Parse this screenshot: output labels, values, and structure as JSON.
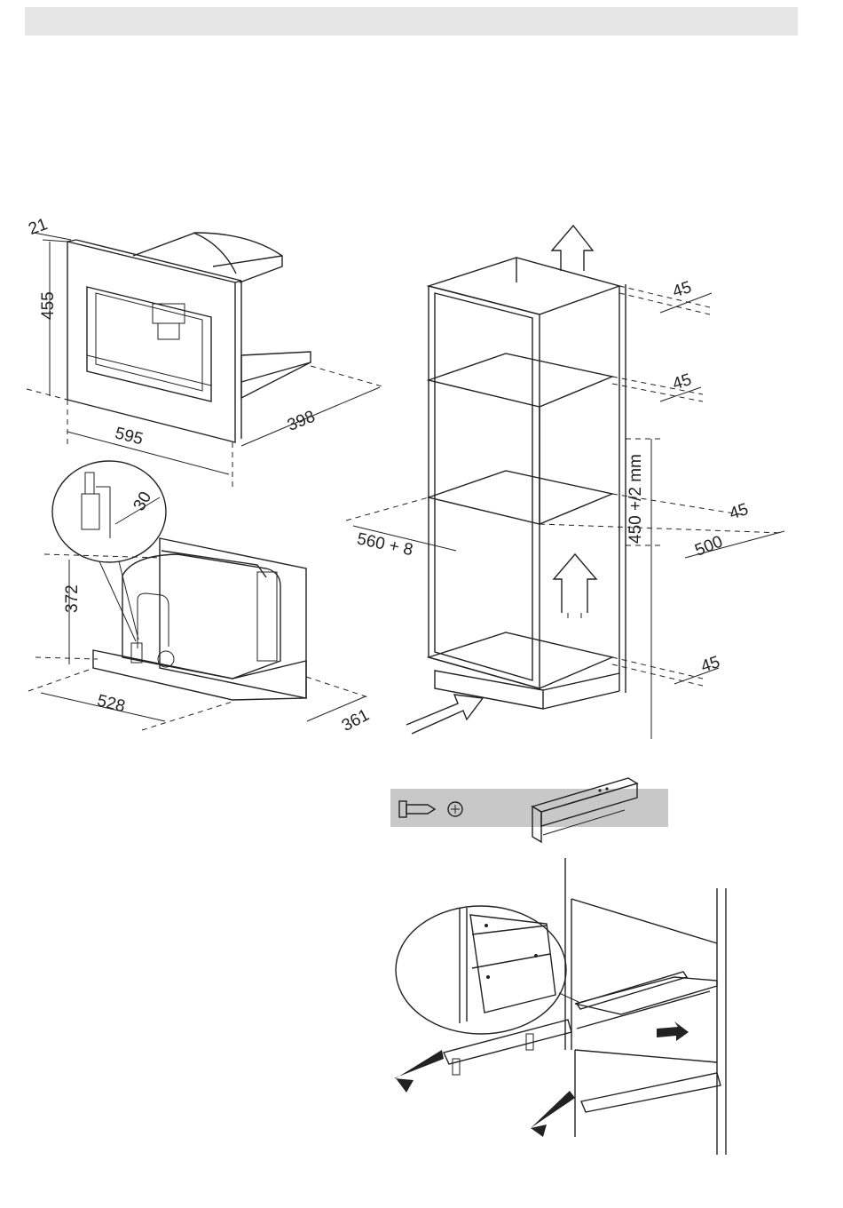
{
  "dimensions": {
    "machine_frame_depth": "21",
    "machine_height": "455",
    "machine_depth": "398",
    "machine_width": "595",
    "plug_clearance": "30",
    "unit_height": "372",
    "unit_width": "528",
    "unit_depth": "361",
    "cabinet_vent_top": "45",
    "cabinet_vent_upper": "45",
    "cabinet_vent_mid": "45",
    "cabinet_vent_bottom": "45",
    "niche_height": "450 +/2 mm",
    "niche_width": "560 + 8",
    "niche_depth": "500"
  },
  "icons": [
    "screw-icon",
    "phillips-head-icon",
    "rail-bracket-icon",
    "arrow-icon"
  ]
}
